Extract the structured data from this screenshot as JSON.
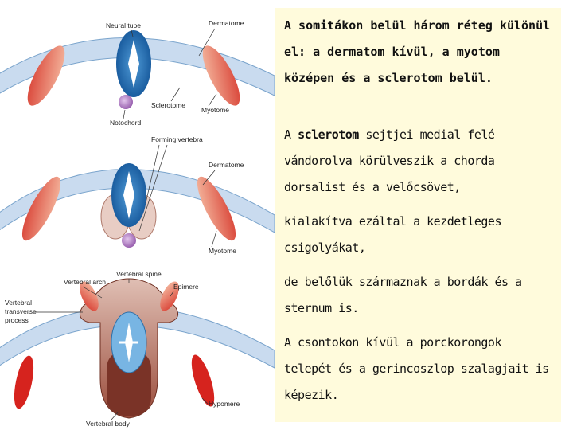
{
  "diagram": {
    "labels": {
      "neural_tube": "Neural tube",
      "dermatome_1": "Dermatome",
      "myotome_1": "Myotome",
      "sclerotome": "Sclerotome",
      "notochord": "Notochord",
      "forming_vertebra": "Forming vertebra",
      "dermatome_2": "Dermatome",
      "myotome_2": "Myotome",
      "vertebral_arch": "Vertebral arch",
      "vertebral_spine": "Vertebral spine",
      "epimere": "Epimere",
      "vertebral_transverse_process": [
        "Vertebral",
        "transverse",
        "process"
      ],
      "hypomere": "Hypomere",
      "vertebral_body": "Vertebral body"
    },
    "colors": {
      "neural_tube": "#1f6fb4",
      "skin_arc": "#bcd3ec",
      "muscle": "#d9352c",
      "muscle_light": "#f0a38d",
      "notochord": "#b98ac8",
      "vertebra": "#8a3f30",
      "vertebra_light": "#d6b0a6"
    }
  },
  "text": {
    "para1_lines": [
      "A somitákon belül három réteg különül",
      "el: a dermatom kívül, a myotom",
      "középen és a sclerotom belül."
    ],
    "para2_prefix": "A ",
    "para2_bold": "sclerotom",
    "para2_rest": " sejtjei medial felé",
    "para2_lines": [
      "vándorolva körülveszik a chorda",
      "dorsalist és a velőcsövet,"
    ],
    "para3_lines": [
      "kialakítva ezáltal a kezdetleges",
      "csigolyákat,"
    ],
    "para4_lines": [
      "de belőlük származnak a bordák és a",
      "sternum is."
    ],
    "para5_lines": [
      "A csontokon kívül a porckorongok",
      "telepét és a gerincoszlop szalagjait is",
      "képezik."
    ]
  }
}
